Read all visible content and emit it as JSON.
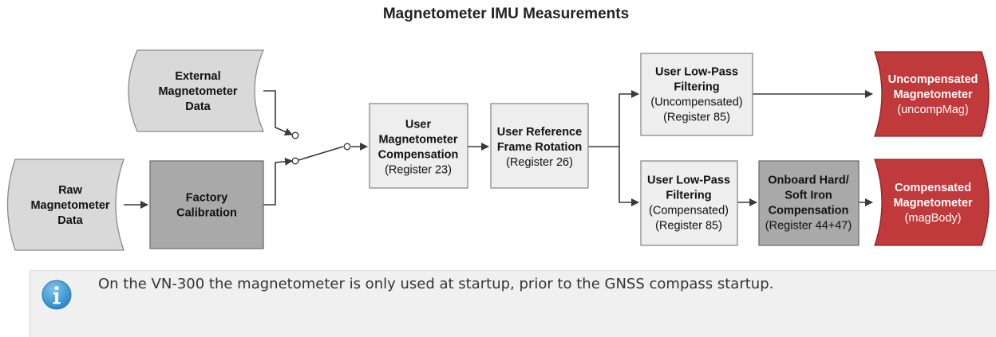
{
  "title": "Magnetometer IMU Measurements",
  "colors": {
    "input_fill": "#d9d9d9",
    "process_fill": "#eeeeee",
    "dark_fill": "#a9a9a9",
    "output_fill": "#c0393b",
    "line": "#3a3a3a",
    "info_icon": "#4ba3d9"
  },
  "nodes": {
    "external": {
      "lines": [
        "External",
        "Magnetometer",
        "Data"
      ],
      "bold": [
        true,
        true,
        true
      ]
    },
    "raw": {
      "lines": [
        "Raw",
        "Magnetometer",
        "Data"
      ],
      "bold": [
        true,
        true,
        true
      ]
    },
    "factory": {
      "lines": [
        "Factory",
        "Calibration"
      ],
      "bold": [
        true,
        true
      ]
    },
    "user_comp": {
      "lines": [
        "User",
        "Magnetometer",
        "Compensation",
        "(Register 23)"
      ],
      "bold": [
        true,
        true,
        true,
        false
      ]
    },
    "frame_rot": {
      "lines": [
        "User Reference",
        "Frame Rotation",
        "(Register 26)"
      ],
      "bold": [
        true,
        true,
        false
      ]
    },
    "lp_uncomp": {
      "lines": [
        "User Low-Pass",
        "Filtering",
        "(Uncompensated)",
        "(Register 85)"
      ],
      "bold": [
        true,
        true,
        false,
        false
      ]
    },
    "lp_comp": {
      "lines": [
        "User Low-Pass",
        "Filtering",
        "(Compensated)",
        "(Register 85)"
      ],
      "bold": [
        true,
        true,
        false,
        false
      ]
    },
    "hsi": {
      "lines": [
        "Onboard Hard/",
        "Soft Iron",
        "Compensation",
        "(Register 44+47)"
      ],
      "bold": [
        true,
        true,
        true,
        false
      ]
    },
    "out_uncomp": {
      "lines": [
        "Uncompensated",
        "Magnetometer",
        "(uncompMag)"
      ],
      "bold": [
        true,
        true,
        false
      ]
    },
    "out_comp": {
      "lines": [
        "Compensated",
        "Magnetometer",
        "(magBody)"
      ],
      "bold": [
        true,
        true,
        false
      ]
    }
  },
  "note": {
    "icon": "info-icon",
    "text": "On the VN-300 the magnetometer is only used at startup, prior to the GNSS compass startup."
  }
}
